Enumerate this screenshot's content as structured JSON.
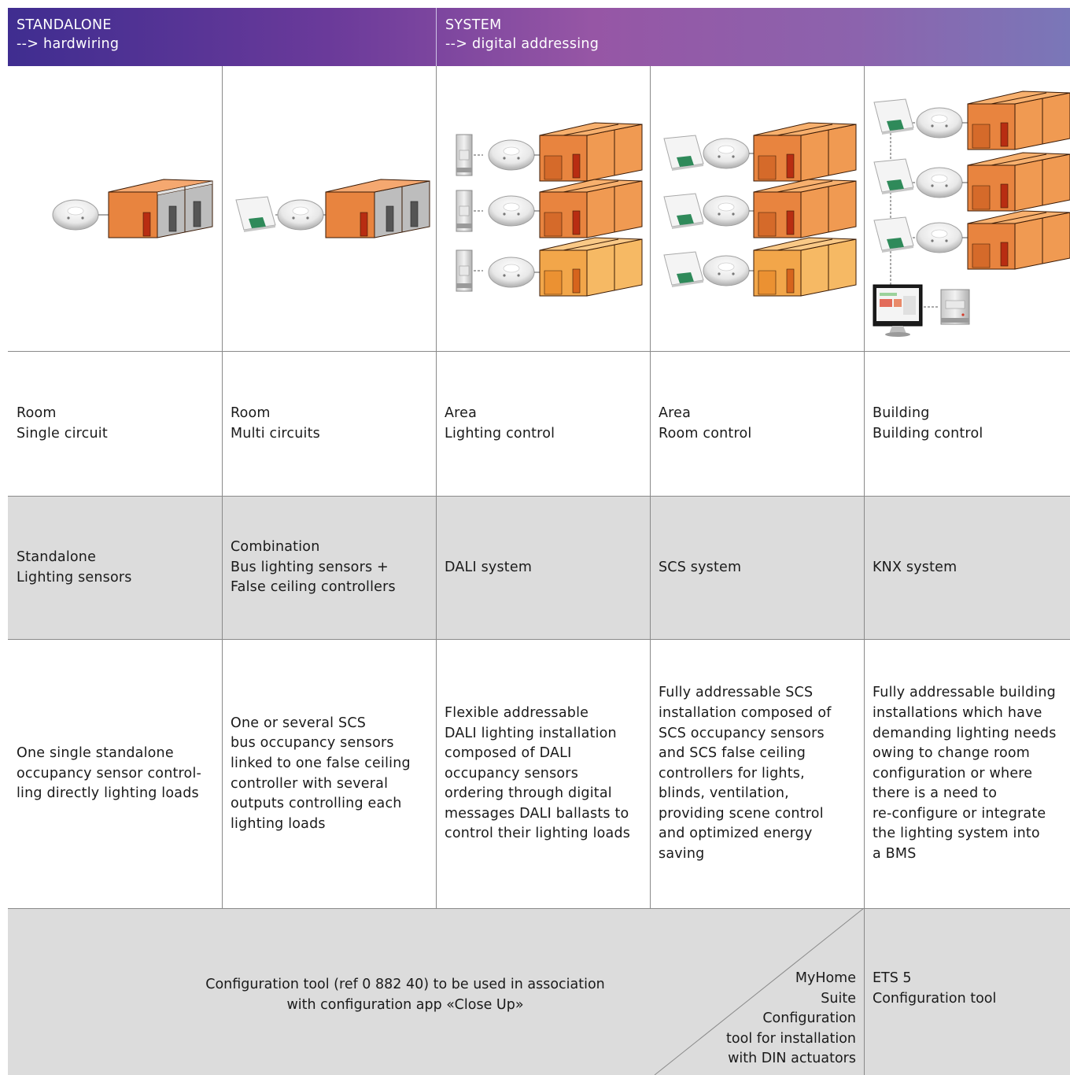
{
  "header": {
    "left": {
      "title": "STANDALONE",
      "subtitle": "--> hardwiring"
    },
    "right": {
      "title": "SYSTEM",
      "subtitle": "--> digital addressing"
    }
  },
  "colors": {
    "header_start": "#3f2d90",
    "header_mid": "#9656a5",
    "header_end": "#7a77b8",
    "row_gray": "#dcdcdc",
    "room_orange": "#e8843f",
    "room_light_orange": "#f2a64a",
    "room_gray": "#bdbdbd"
  },
  "illustrations": [
    {
      "name": "single-room-illustration",
      "icons": [
        "ceiling-sensor-icon",
        "room-block-icon"
      ]
    },
    {
      "name": "multi-circuit-illustration",
      "icons": [
        "false-ceiling-controller-icon",
        "ceiling-sensor-icon",
        "room-block-icon"
      ]
    },
    {
      "name": "dali-area-illustration",
      "icons": [
        "din-module-icon",
        "ceiling-sensor-icon",
        "room-block-icon"
      ]
    },
    {
      "name": "scs-area-illustration",
      "icons": [
        "false-ceiling-controller-icon",
        "ceiling-sensor-icon",
        "room-block-icon"
      ]
    },
    {
      "name": "knx-building-illustration",
      "icons": [
        "false-ceiling-controller-icon",
        "ceiling-sensor-icon",
        "room-block-icon",
        "monitor-icon",
        "din-module-icon"
      ]
    }
  ],
  "scope": [
    {
      "line1": "Room",
      "line2": "Single circuit"
    },
    {
      "line1": "Room",
      "line2": "Multi circuits"
    },
    {
      "line1": "Area",
      "line2": "Lighting control"
    },
    {
      "line1": "Area",
      "line2": "Room control"
    },
    {
      "line1": "Building",
      "line2": "Building control"
    }
  ],
  "system_type": [
    {
      "lines": [
        "Standalone",
        "Lighting sensors"
      ]
    },
    {
      "lines": [
        "Combination",
        "Bus lighting sensors +",
        "False ceiling controllers"
      ]
    },
    {
      "lines": [
        "DALI system"
      ]
    },
    {
      "lines": [
        "SCS system"
      ]
    },
    {
      "lines": [
        "KNX system"
      ]
    }
  ],
  "descriptions": [
    {
      "lines": [
        "One single standalone",
        "occupancy sensor control-",
        "ling directly lighting loads"
      ]
    },
    {
      "lines": [
        "One or several SCS",
        "bus occupancy sensors",
        "linked to one false ceiling",
        "controller with several",
        "outputs controlling each",
        "lighting loads"
      ]
    },
    {
      "lines": [
        "Flexible addressable",
        "DALI lighting installation",
        "composed of DALI",
        "occupancy sensors",
        "ordering through digital",
        "messages DALI ballasts to",
        "control their lighting loads"
      ]
    },
    {
      "lines": [
        "Fully addressable SCS",
        "installation composed of",
        "SCS occupancy sensors",
        "and SCS false ceiling",
        "controllers for lights,",
        "blinds, ventilation,",
        "providing scene control",
        "and optimized energy",
        "saving"
      ]
    },
    {
      "lines": [
        "Fully addressable building",
        "installations which have",
        "demanding lighting needs",
        "owing to change room",
        "configuration or where",
        "there is a need to",
        "re-configure or integrate",
        "the lighting system into",
        "a BMS"
      ]
    }
  ],
  "configuration": {
    "main": {
      "line1": "Configuration tool (ref 0 882 40) to be used in association",
      "line2": "with configuration app «Close Up»"
    },
    "myhome": {
      "lines": [
        "MyHome",
        "Suite",
        "Configuration",
        "tool for installation",
        "with DIN actuators"
      ]
    },
    "ets": {
      "line1": "ETS 5",
      "line2": "Configuration tool"
    }
  }
}
